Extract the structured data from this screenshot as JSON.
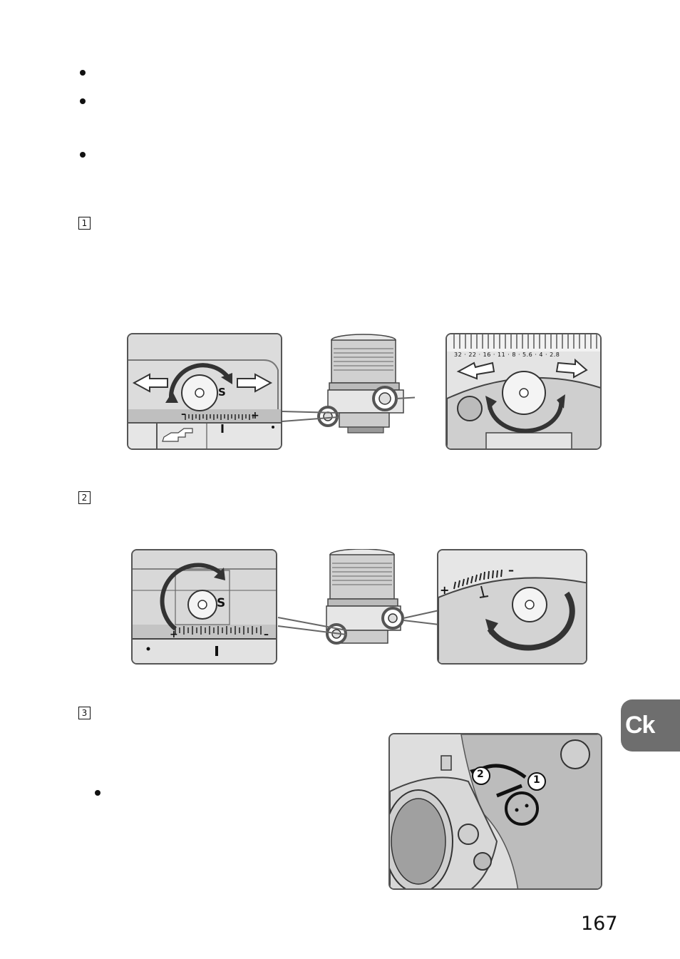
{
  "steps": [
    "1",
    "2",
    "3"
  ],
  "section_tab": "Ck",
  "page_number": "167",
  "callouts": [
    "1",
    "2"
  ],
  "scale_marks": {
    "aperture": [
      "32",
      "22",
      "16",
      "11",
      "8",
      "5.6",
      "4",
      "2.8"
    ],
    "dial_letter": "S",
    "plus": "+",
    "minus": "–"
  }
}
